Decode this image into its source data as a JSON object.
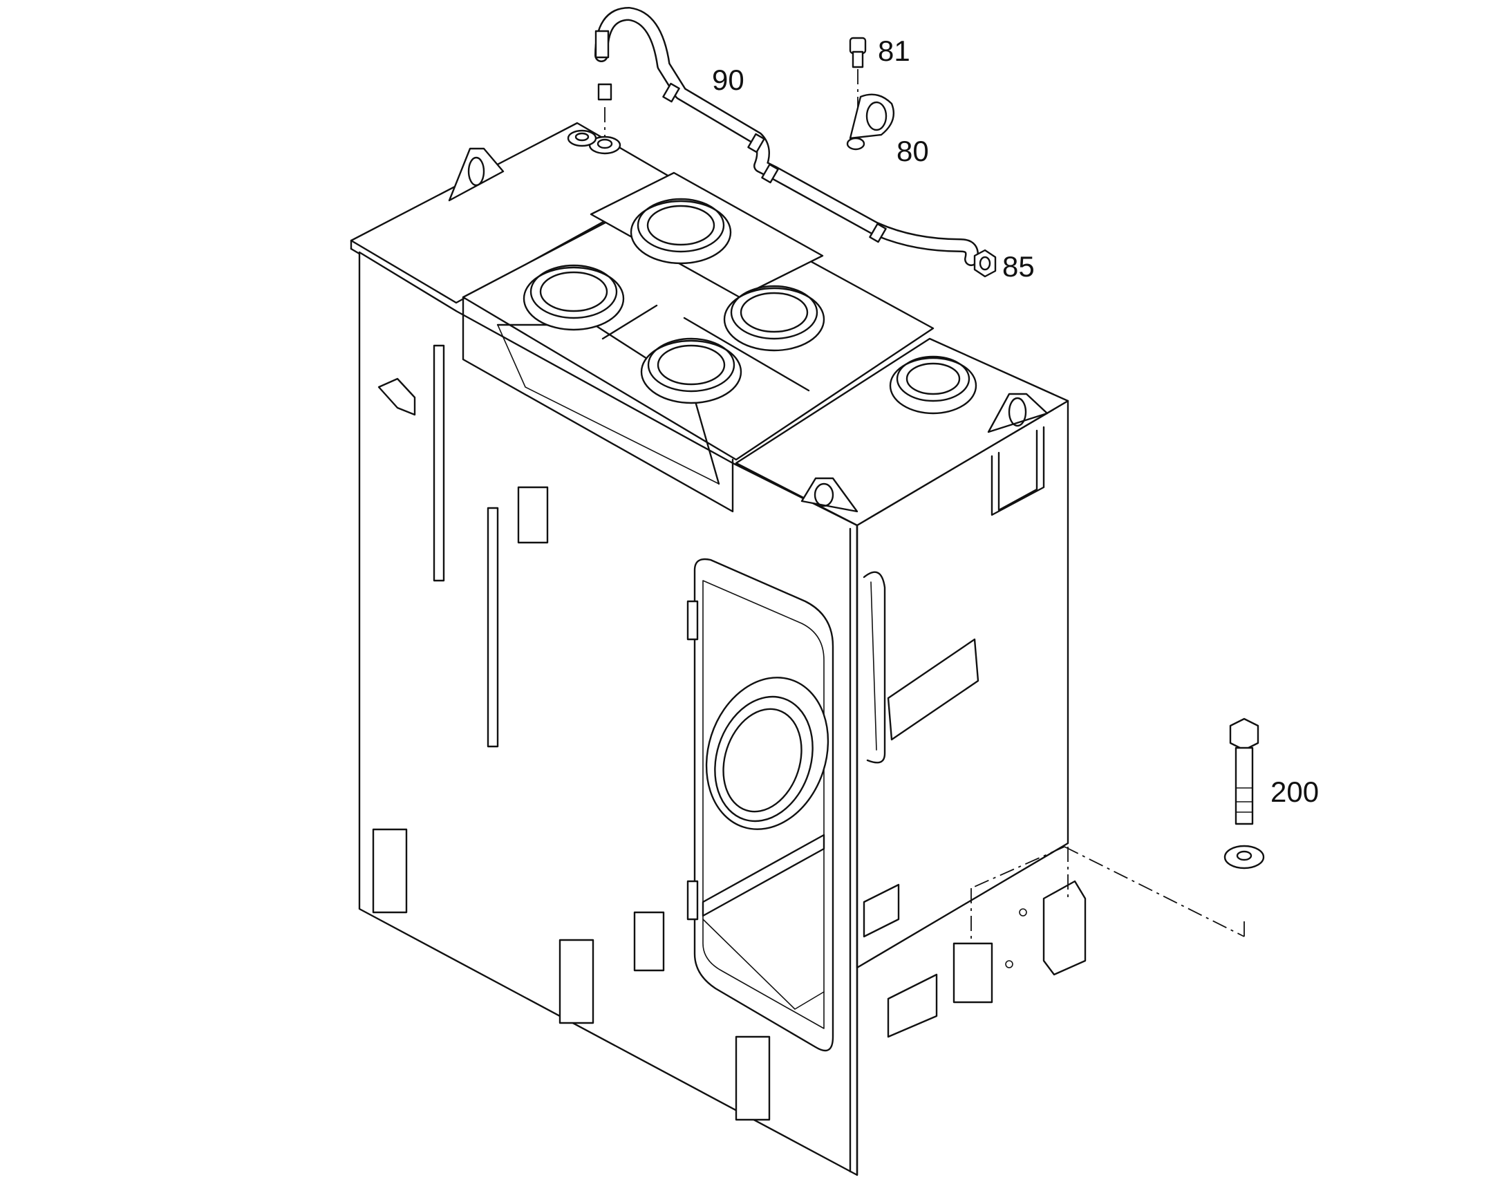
{
  "diagram": {
    "callouts": {
      "c81": "81",
      "c90": "90",
      "c80": "80",
      "c85": "85",
      "c200": "200"
    }
  }
}
